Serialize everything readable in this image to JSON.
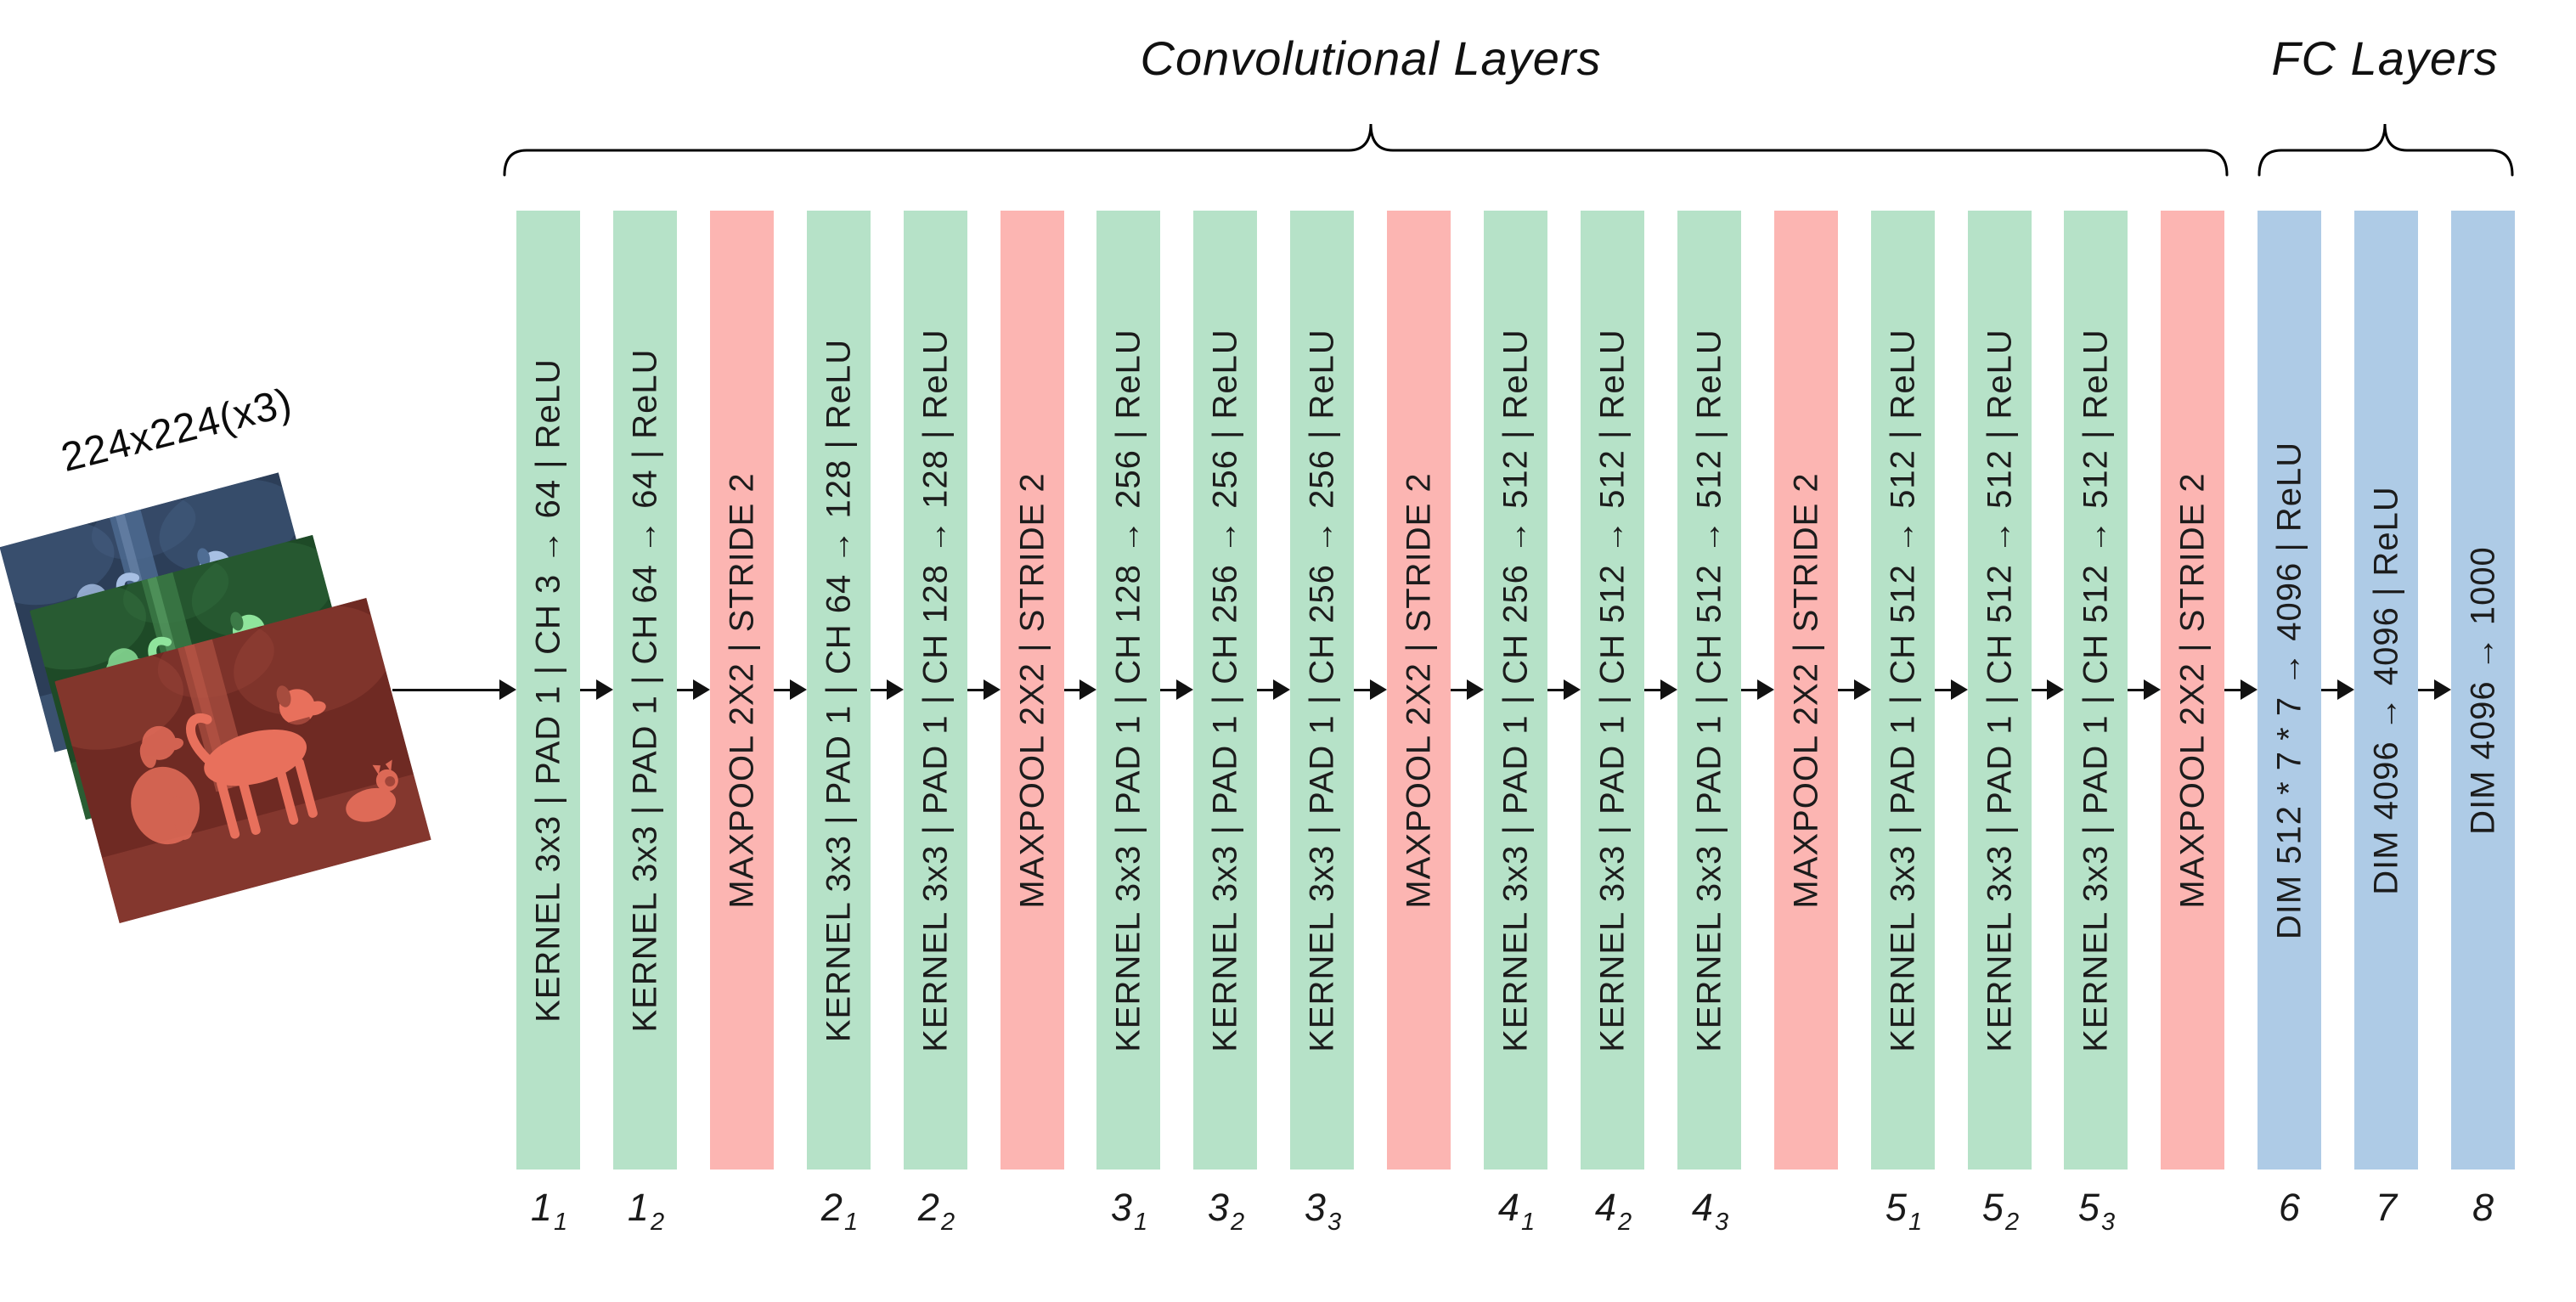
{
  "diagram": {
    "conv_title": "Convolutional Layers",
    "fc_title": "FC Layers",
    "input_label": "224x224(x3)"
  },
  "colors": {
    "conv_bar": "#b6e2c8",
    "pool_bar": "#fcb5b2",
    "fc_bar": "#aecbe6",
    "line": "#111111"
  },
  "input_photos": [
    {
      "name": "blue-channel",
      "bg": "#2c3e58",
      "mid": "#4f6d94",
      "fg": "#a7bfe3"
    },
    {
      "name": "green-channel",
      "bg": "#1e4a27",
      "mid": "#3c7a47",
      "fg": "#8fe49c"
    },
    {
      "name": "red-channel",
      "bg": "#6f2a23",
      "mid": "#a64c3e",
      "fg": "#e8705c"
    }
  ],
  "layers": [
    {
      "id": "conv1_1",
      "type": "conv",
      "label": "KERNEL 3x3 | PAD 1 | CH 3 → 64 | ReLU",
      "index_main": "1",
      "index_sub": "1"
    },
    {
      "id": "conv1_2",
      "type": "conv",
      "label": "KERNEL 3x3 | PAD 1 | CH 64 → 64 | ReLU",
      "index_main": "1",
      "index_sub": "2"
    },
    {
      "id": "pool1",
      "type": "pool",
      "label": "MAXPOOL 2X2 | STRIDE 2"
    },
    {
      "id": "conv2_1",
      "type": "conv",
      "label": "KERNEL 3x3 | PAD 1 | CH 64 → 128 | ReLU",
      "index_main": "2",
      "index_sub": "1"
    },
    {
      "id": "conv2_2",
      "type": "conv",
      "label": "KERNEL 3x3 | PAD 1 | CH 128 → 128 | ReLU",
      "index_main": "2",
      "index_sub": "2"
    },
    {
      "id": "pool2",
      "type": "pool",
      "label": "MAXPOOL 2X2 | STRIDE 2"
    },
    {
      "id": "conv3_1",
      "type": "conv",
      "label": "KERNEL 3x3 | PAD 1 | CH 128 → 256 | ReLU",
      "index_main": "3",
      "index_sub": "1"
    },
    {
      "id": "conv3_2",
      "type": "conv",
      "label": "KERNEL 3x3 | PAD 1 | CH 256 → 256 | ReLU",
      "index_main": "3",
      "index_sub": "2"
    },
    {
      "id": "conv3_3",
      "type": "conv",
      "label": "KERNEL 3x3 | PAD 1 | CH 256 → 256 | ReLU",
      "index_main": "3",
      "index_sub": "3"
    },
    {
      "id": "pool3",
      "type": "pool",
      "label": "MAXPOOL 2X2 | STRIDE 2"
    },
    {
      "id": "conv4_1",
      "type": "conv",
      "label": "KERNEL 3x3 | PAD 1 | CH 256 → 512 | ReLU",
      "index_main": "4",
      "index_sub": "1"
    },
    {
      "id": "conv4_2",
      "type": "conv",
      "label": "KERNEL 3x3 | PAD 1 | CH 512 → 512 | ReLU",
      "index_main": "4",
      "index_sub": "2"
    },
    {
      "id": "conv4_3",
      "type": "conv",
      "label": "KERNEL 3x3 | PAD 1 | CH 512 → 512 | ReLU",
      "index_main": "4",
      "index_sub": "3"
    },
    {
      "id": "pool4",
      "type": "pool",
      "label": "MAXPOOL 2X2 | STRIDE 2"
    },
    {
      "id": "conv5_1",
      "type": "conv",
      "label": "KERNEL 3x3 | PAD 1 | CH 512 → 512 | ReLU",
      "index_main": "5",
      "index_sub": "1"
    },
    {
      "id": "conv5_2",
      "type": "conv",
      "label": "KERNEL 3x3 | PAD 1 | CH 512 → 512 | ReLU",
      "index_main": "5",
      "index_sub": "2"
    },
    {
      "id": "conv5_3",
      "type": "conv",
      "label": "KERNEL 3x3 | PAD 1 | CH 512 → 512 | ReLU",
      "index_main": "5",
      "index_sub": "3"
    },
    {
      "id": "pool5",
      "type": "pool",
      "label": "MAXPOOL 2X2 | STRIDE 2"
    },
    {
      "id": "fc6",
      "type": "fc",
      "label": "DIM 512 * 7 * 7 → 4096 | ReLU",
      "index_main": "6",
      "index_sub": ""
    },
    {
      "id": "fc7",
      "type": "fc",
      "label": "DIM 4096 → 4096 | ReLU",
      "index_main": "7",
      "index_sub": ""
    },
    {
      "id": "fc8",
      "type": "fc",
      "label": "DIM 4096 → 1000",
      "index_main": "8",
      "index_sub": ""
    }
  ]
}
